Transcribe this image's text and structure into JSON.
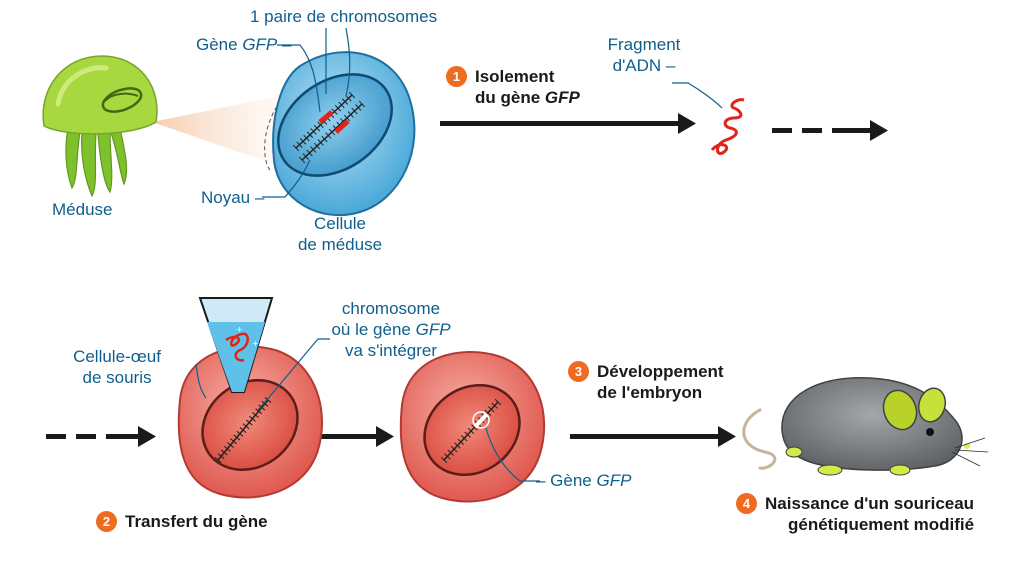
{
  "colors": {
    "label": "#0e5f8c",
    "badge": "#ef6b1f",
    "arrow": "#1a1a1a",
    "gene": "#e2231a",
    "jellyfish": "#9fd43a",
    "medusa_cell": "#7cc4ea",
    "egg_cell": "#e8746c",
    "mouse": "#7a7e80"
  },
  "labels": {
    "paire_chromosomes": "1 paire de chromosomes",
    "gene_gfp_prefix": "Gène ",
    "gene_gfp_italic": "GFP",
    "gene_gfp_suffix": " –",
    "fragment_line1": "Fragment",
    "fragment_line2": "d'ADN –",
    "meduse": "Méduse",
    "noyau": "Noyau –",
    "cellule_line1": "Cellule",
    "cellule_line2": "de méduse",
    "cellule_oeuf_line1": "Cellule-œuf",
    "cellule_oeuf_line2": "de souris",
    "chromosome_line1": "chromosome",
    "chromosome_line2_pre": "où le gène ",
    "chromosome_line2_it": "GFP",
    "chromosome_line3": "va s'intégrer",
    "gene_gfp2_prefix": "– Gène ",
    "gene_gfp2_italic": "GFP"
  },
  "steps": [
    {
      "number": "1",
      "line1": "Isolement",
      "line2_pre": "du gène ",
      "line2_it": "GFP"
    },
    {
      "number": "2",
      "line1": "Transfert du gène"
    },
    {
      "number": "3",
      "line1": "Développement",
      "line2": "de l'embryon"
    },
    {
      "number": "4",
      "line1": "Naissance d'un souriceau",
      "line2": "génétiquement modifié"
    }
  ]
}
